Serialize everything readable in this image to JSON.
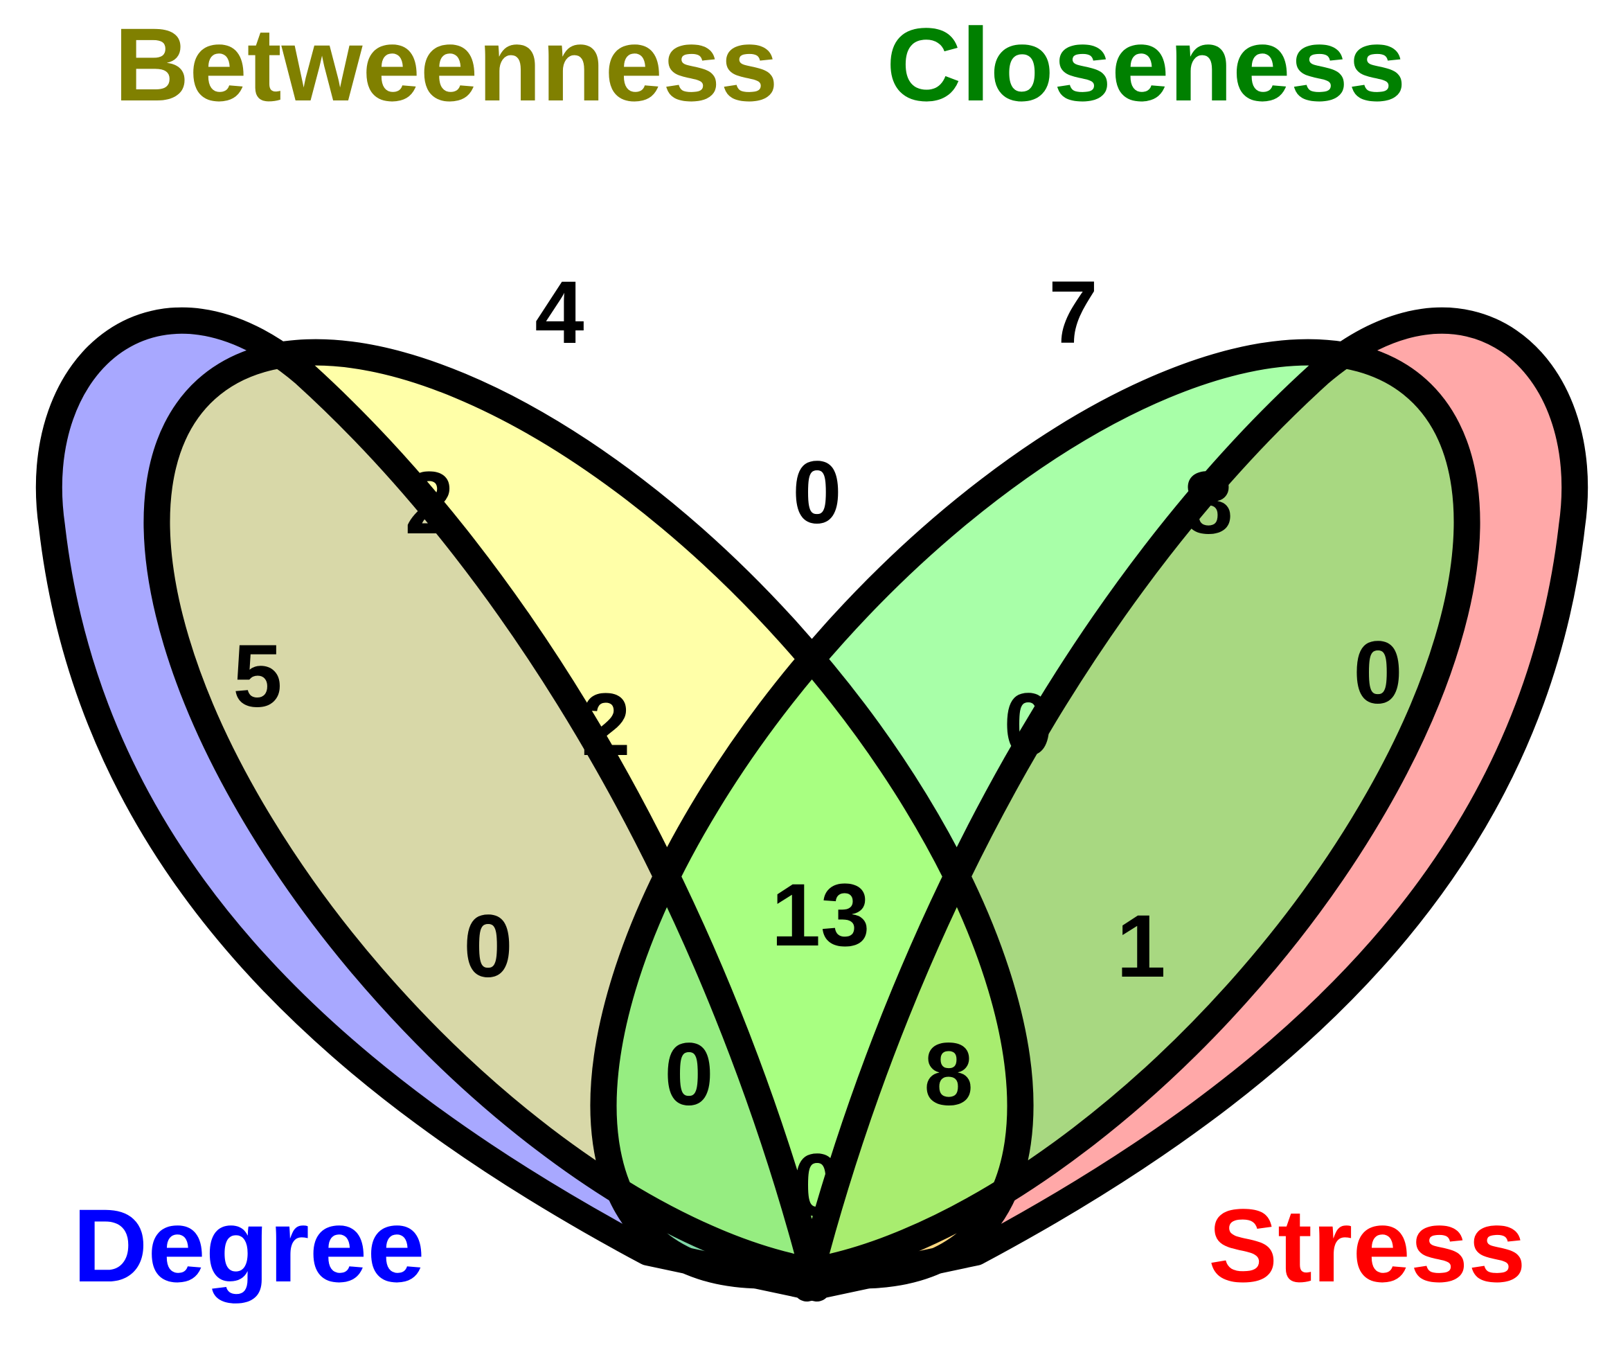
{
  "sets": [
    {
      "key": "betweenness",
      "label": "Betweenness",
      "color": "#808000",
      "fill": "#ffff60"
    },
    {
      "key": "closeness",
      "label": "Closeness",
      "color": "#008000",
      "fill": "#60ff60"
    },
    {
      "key": "degree",
      "label": "Degree",
      "color": "#0000ff",
      "fill": "#6060ff"
    },
    {
      "key": "stress",
      "label": "Stress",
      "color": "#ff0000",
      "fill": "#ff6060"
    }
  ],
  "regions": {
    "betweenness_only": "4",
    "closeness_only": "7",
    "degree_only": "5",
    "stress_only": "0",
    "degree_betweenness": "2",
    "betweenness_closeness": "0",
    "closeness_stress": "8",
    "degree_closeness": "0",
    "betweenness_stress": "1",
    "degree_betweenness_closeness": "2",
    "betweenness_closeness_stress": "0",
    "all_four": "13",
    "degree_closeness_stress": "0",
    "degree_betweenness_stress": "8",
    "degree_stress": "0"
  }
}
